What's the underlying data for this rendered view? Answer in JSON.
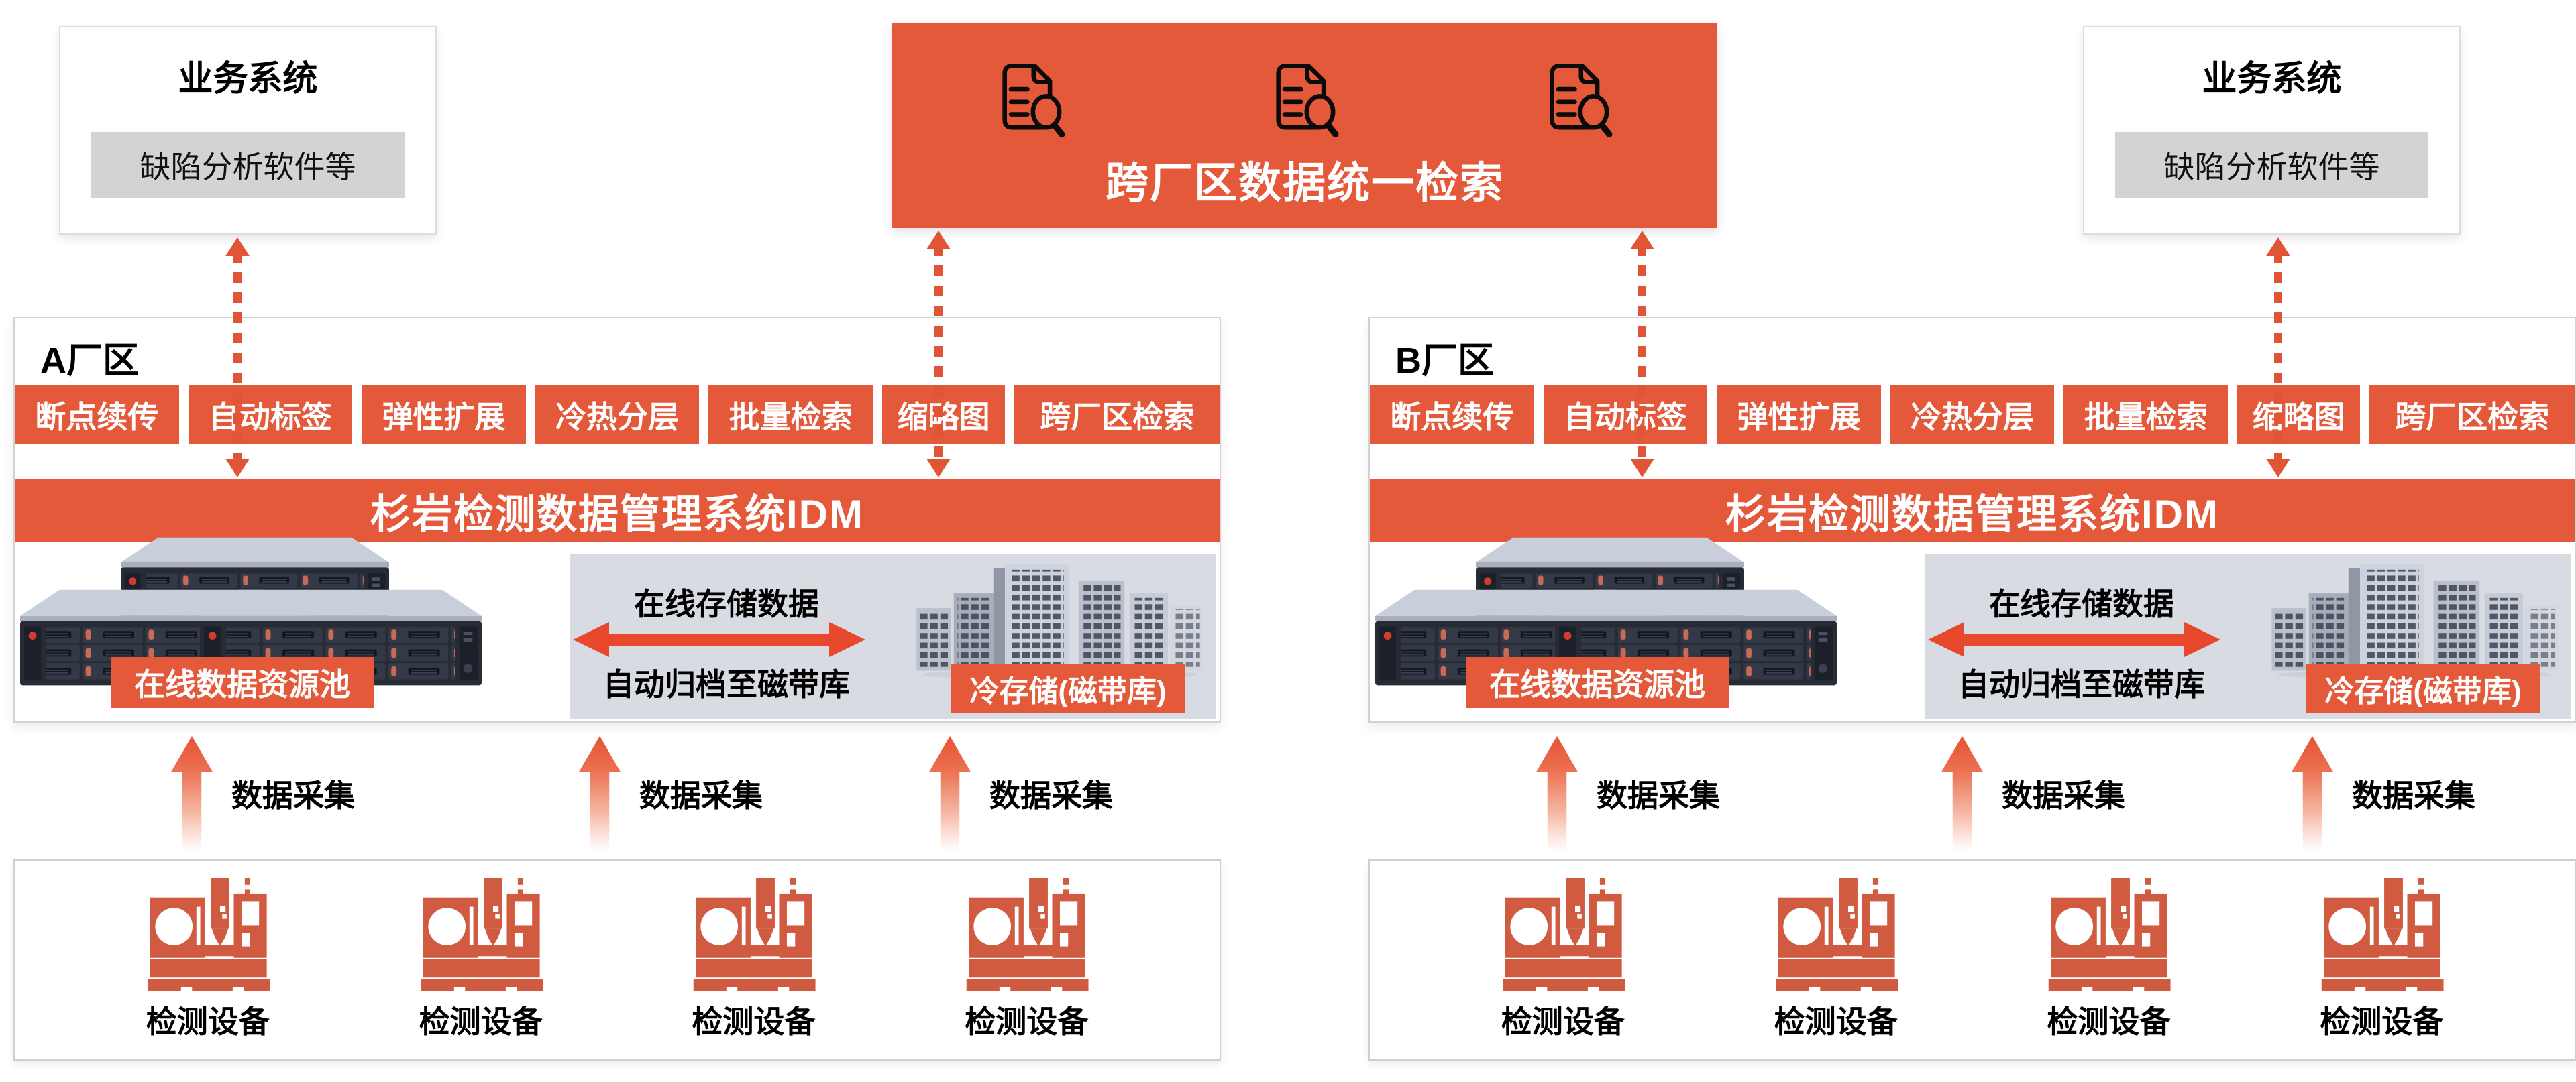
{
  "colors": {
    "accent_orange": "#e5593b",
    "arrow_red": "#e8482b",
    "dotted_orange": "#e25436",
    "machine_orange": "#d05b41",
    "chip_gray": "#d3d3d3",
    "panel_gray": "#d9dbe2"
  },
  "icons": {
    "central": "doc-search-icon",
    "servers": "storage-server-icon",
    "cold": "rack-towers-icon",
    "device": "cnc-machine-icon"
  },
  "business_left": {
    "title": "业务系统",
    "chip": "缺陷分析软件等"
  },
  "business_right": {
    "title": "业务系统",
    "chip": "缺陷分析软件等"
  },
  "central_search": {
    "title": "跨厂区数据统一检索"
  },
  "panels": [
    {
      "title": "A厂区",
      "tags": [
        "断点续传",
        "自动标签",
        "弹性扩展",
        "冷热分层",
        "批量检索",
        "缩略图",
        "跨厂区检索"
      ],
      "idm_title": "杉岩检测数据管理系统IDM",
      "online_pool": "在线数据资源池",
      "transfer_top": "在线存储数据",
      "transfer_bottom": "自动归档至磁带库",
      "cold_storage": "冷存储(磁带库)",
      "collect": [
        "数据采集",
        "数据采集",
        "数据采集"
      ],
      "devices": [
        "检测设备",
        "检测设备",
        "检测设备",
        "检测设备"
      ]
    },
    {
      "title": "B厂区",
      "tags": [
        "断点续传",
        "自动标签",
        "弹性扩展",
        "冷热分层",
        "批量检索",
        "缩略图",
        "跨厂区检索"
      ],
      "idm_title": "杉岩检测数据管理系统IDM",
      "online_pool": "在线数据资源池",
      "transfer_top": "在线存储数据",
      "transfer_bottom": "自动归档至磁带库",
      "cold_storage": "冷存储(磁带库)",
      "collect": [
        "数据采集",
        "数据采集",
        "数据采集"
      ],
      "devices": [
        "检测设备",
        "检测设备",
        "检测设备",
        "检测设备"
      ]
    }
  ]
}
